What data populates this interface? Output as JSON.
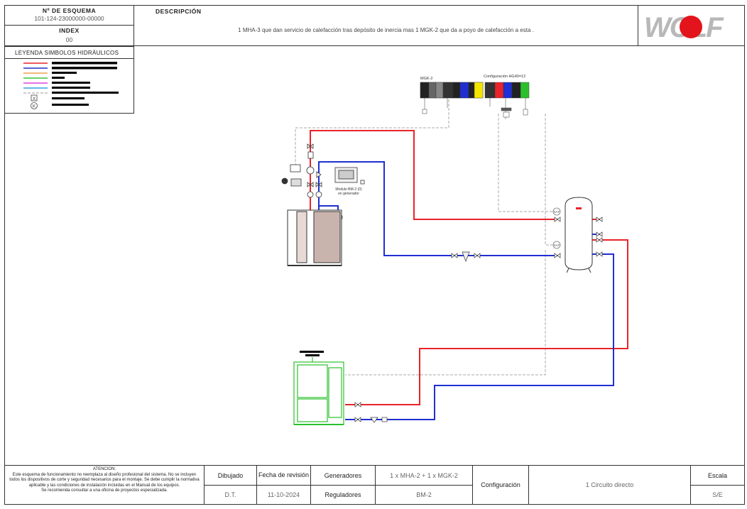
{
  "header": {
    "scheme_label": "Nº DE ESQUEMA",
    "scheme_value": "101-124-23000000-00000",
    "index_label": "INDEX",
    "index_value": "00",
    "description_label": "DESCRIPCIÓN",
    "description_text": "1 MHA-3 que dan servicio de calefacción  tras depósito de inercia mas 1 MGK-2 que da a poyo de calefacción a esta .",
    "logo_text": "WOLF"
  },
  "legend": {
    "title": "LEYENDA SIMBOLOS HIDRÁULICOS",
    "x_symbol": "X",
    "k_symbol": "K"
  },
  "diagram": {
    "mgk_label": "MGK-2",
    "config_label": "Configuración HG40=12",
    "module_label_1": "Modulo BM-2 (0)",
    "module_label_2": "en generador",
    "saf_label": "SAF"
  },
  "footer": {
    "attention_title": "ATENCION:",
    "attention_text": "Este esquema de funcionamiento no reemplaza al diseño profesional del sistema. No se incluyen todos los dispositivos de corte y seguridad necesarios para el montaje. Se debe cumplir la normativa aplicable y las condiciones de instalación incluidas en el Manual de los equipos.",
    "attention_text_2": "Se recomienda consultar a una oficina de proyectos especializada.",
    "drawn_label": "Dibujado",
    "drawn_value": "D.T.",
    "revision_label": "Fecha de revisión",
    "revision_value": "11-10-2024",
    "generators_label": "Generadores",
    "generators_value": "1 x MHA-2 + 1 x MGK-2",
    "regulators_label": "Reguladores",
    "regulators_value": "BM-2",
    "config_label": "Configuración",
    "config_value": "1 Circuito directo",
    "scale_label": "Escala",
    "scale_value": "S/E"
  },
  "colors": {
    "flow_red": "#e8232a",
    "return_blue": "#1f2fd1",
    "control_grey": "#a8a8a8",
    "unit_green": "#2bc02b",
    "logo_red": "#e3141b"
  }
}
